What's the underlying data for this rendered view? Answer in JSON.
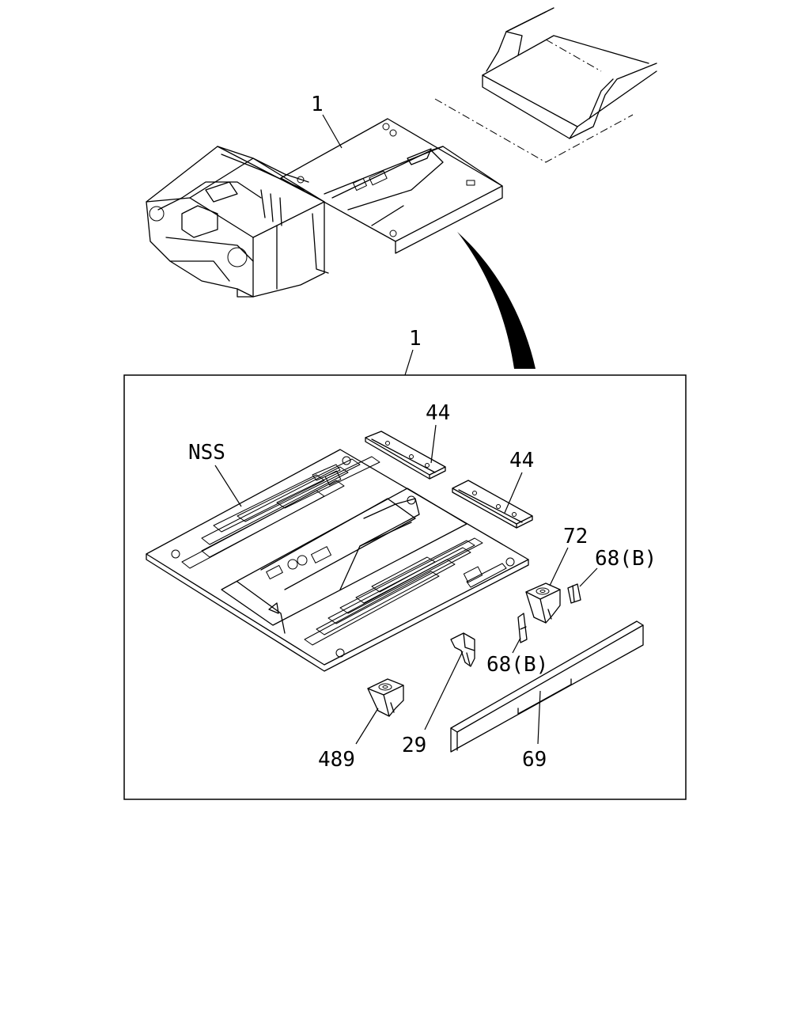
{
  "labels": {
    "top_assembly": "1",
    "detail_assembly": "1",
    "floor_panel": "NSS",
    "bracket_a": "44",
    "bracket_b": "44",
    "nut_72": "72",
    "clip_68_right": "68(B)",
    "clip_68_left": "68(B)",
    "clip_29": "29",
    "nut_489": "489",
    "sill_69": "69"
  }
}
